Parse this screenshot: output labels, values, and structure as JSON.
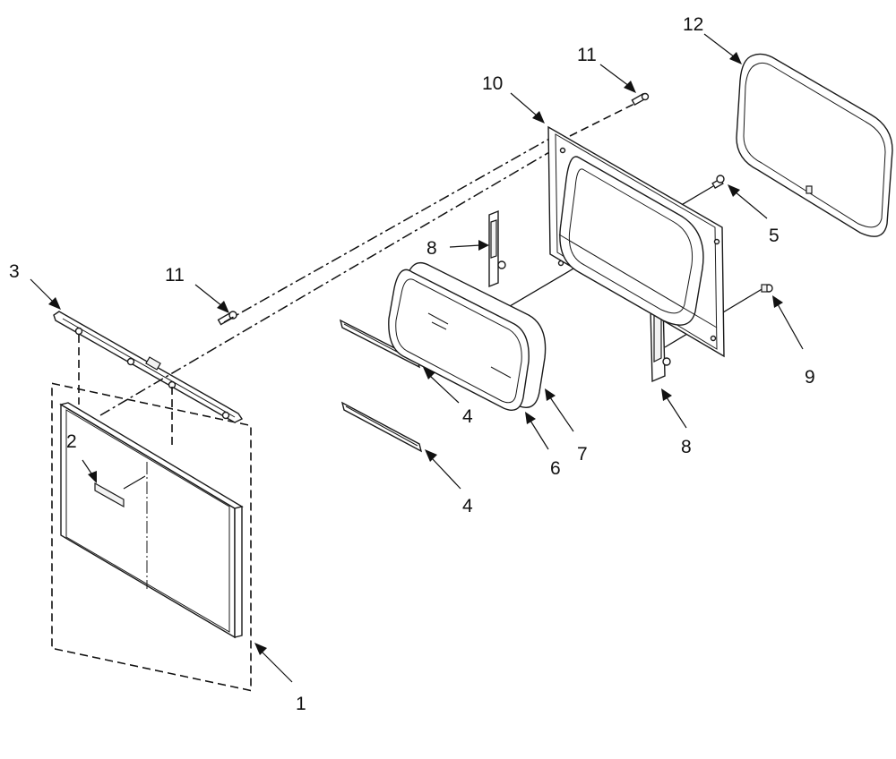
{
  "diagram": {
    "callouts": [
      {
        "id": "c1",
        "label": "1"
      },
      {
        "id": "c2",
        "label": "2"
      },
      {
        "id": "c3",
        "label": "3"
      },
      {
        "id": "c4a",
        "label": "4"
      },
      {
        "id": "c4b",
        "label": "4"
      },
      {
        "id": "c5",
        "label": "5"
      },
      {
        "id": "c6",
        "label": "6"
      },
      {
        "id": "c7",
        "label": "7"
      },
      {
        "id": "c8a",
        "label": "8"
      },
      {
        "id": "c8b",
        "label": "8"
      },
      {
        "id": "c9",
        "label": "9"
      },
      {
        "id": "c10",
        "label": "10"
      },
      {
        "id": "c11a",
        "label": "11"
      },
      {
        "id": "c11b",
        "label": "11"
      },
      {
        "id": "c12",
        "label": "12"
      }
    ]
  }
}
